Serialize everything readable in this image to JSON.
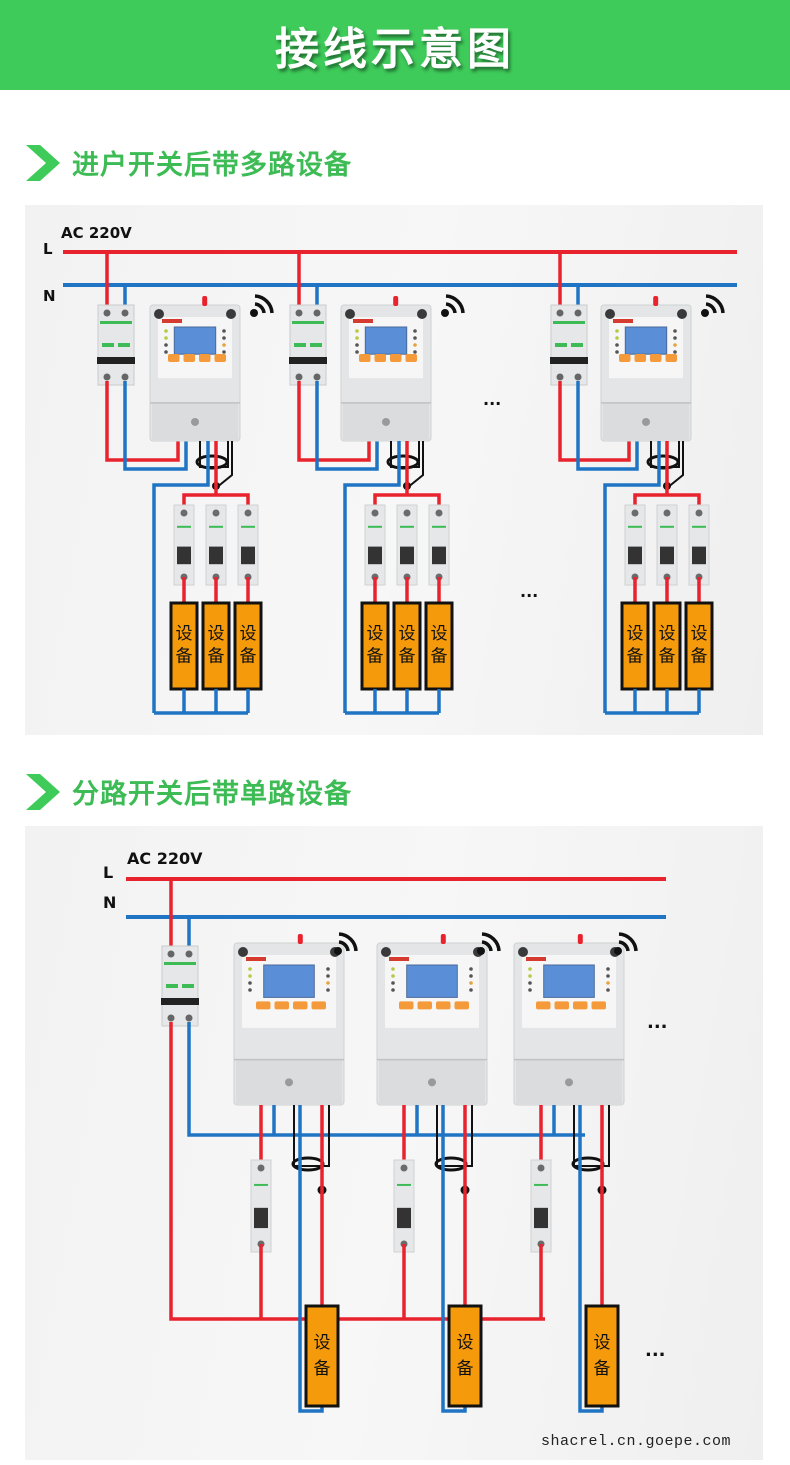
{
  "banner": {
    "title": "接线示意图"
  },
  "colors": {
    "banner_green": "#3ecb5a",
    "heading_green": "#3dbb55",
    "live_wire": "#e8232e",
    "neutral_wire": "#1f74c4",
    "signal_wire": "#111111",
    "device_fill": "#f59a0b",
    "device_border": "#111111",
    "meter_body": "#e3e5e6",
    "meter_screen": "#5a8fd8",
    "meter_button": "#f59a3a"
  },
  "sections": [
    {
      "title": "进户开关后带多路设备",
      "supply_label": "AC 220V",
      "live_label": "L",
      "neutral_label": "N",
      "groups": [
        {
          "has_main_breaker": true,
          "branch_breakers": 3,
          "devices": [
            "设备",
            "设备",
            "设备"
          ]
        },
        {
          "has_main_breaker": true,
          "branch_breakers": 3,
          "devices": [
            "设备",
            "设备",
            "设备"
          ]
        },
        {
          "has_main_breaker": true,
          "branch_breakers": 3,
          "devices": [
            "设备",
            "设备",
            "设备"
          ]
        }
      ],
      "ellipsis_marks": [
        "...",
        "..."
      ],
      "meter_icon": "wifi-signal-icon"
    },
    {
      "title": "分路开关后带单路设备",
      "supply_label": "AC 220V",
      "live_label": "L",
      "neutral_label": "N",
      "main_breaker": true,
      "meters": [
        {
          "branch_breakers": 1,
          "device": "设备"
        },
        {
          "branch_breakers": 1,
          "device": "设备"
        },
        {
          "branch_breakers": 1,
          "device": "设备"
        }
      ],
      "ellipsis_marks": [
        "...",
        "..."
      ],
      "meter_icon": "wifi-signal-icon",
      "watermark": "shacrel.cn.goepe.com"
    }
  ]
}
